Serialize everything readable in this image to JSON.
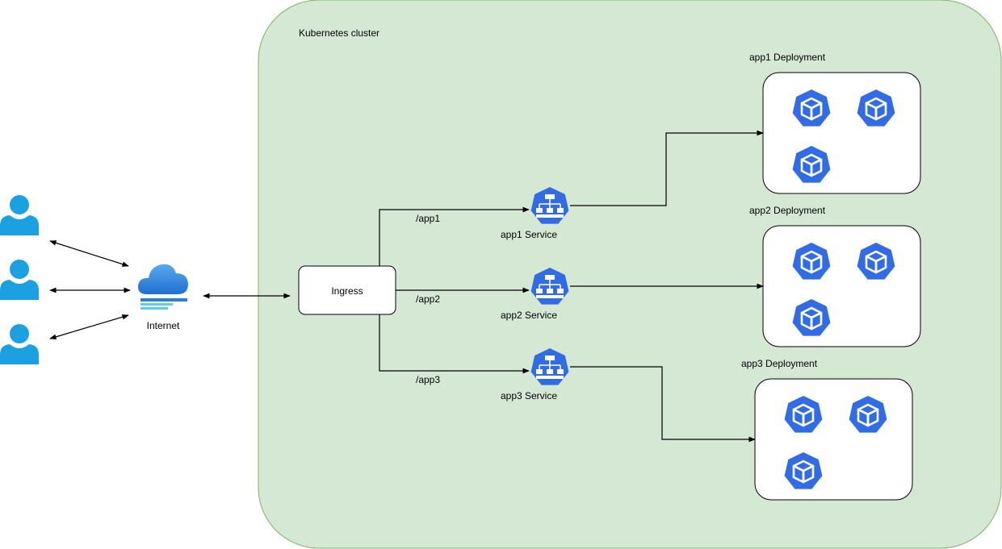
{
  "cluster": {
    "label": "Kubernetes cluster"
  },
  "internet": {
    "label": "Internet"
  },
  "ingress": {
    "label": "Ingress"
  },
  "users": [
    {
      "icon": "user-icon"
    },
    {
      "icon": "user-icon"
    },
    {
      "icon": "user-icon"
    }
  ],
  "routes": [
    {
      "path": "/app1",
      "service": "app1 Service",
      "deployment": "app1 Deployment",
      "pods": 3
    },
    {
      "path": "/app2",
      "service": "app2 Service",
      "deployment": "app2 Deployment",
      "pods": 3
    },
    {
      "path": "/app3",
      "service": "app3 Service",
      "deployment": "app3 Deployment",
      "pods": 3
    }
  ],
  "icons": {
    "user": "user-icon",
    "cloud": "cloud-icon",
    "service": "service-icon",
    "pod": "pod-icon"
  },
  "colors": {
    "cluster_fill": "#d5e8d4",
    "cluster_stroke": "#82b366",
    "k8s_blue": "#326ce5",
    "user_blue": "#1ba1e2",
    "cloud_blue": "#2f8ee0",
    "cloud_light": "#5fcdf0"
  }
}
